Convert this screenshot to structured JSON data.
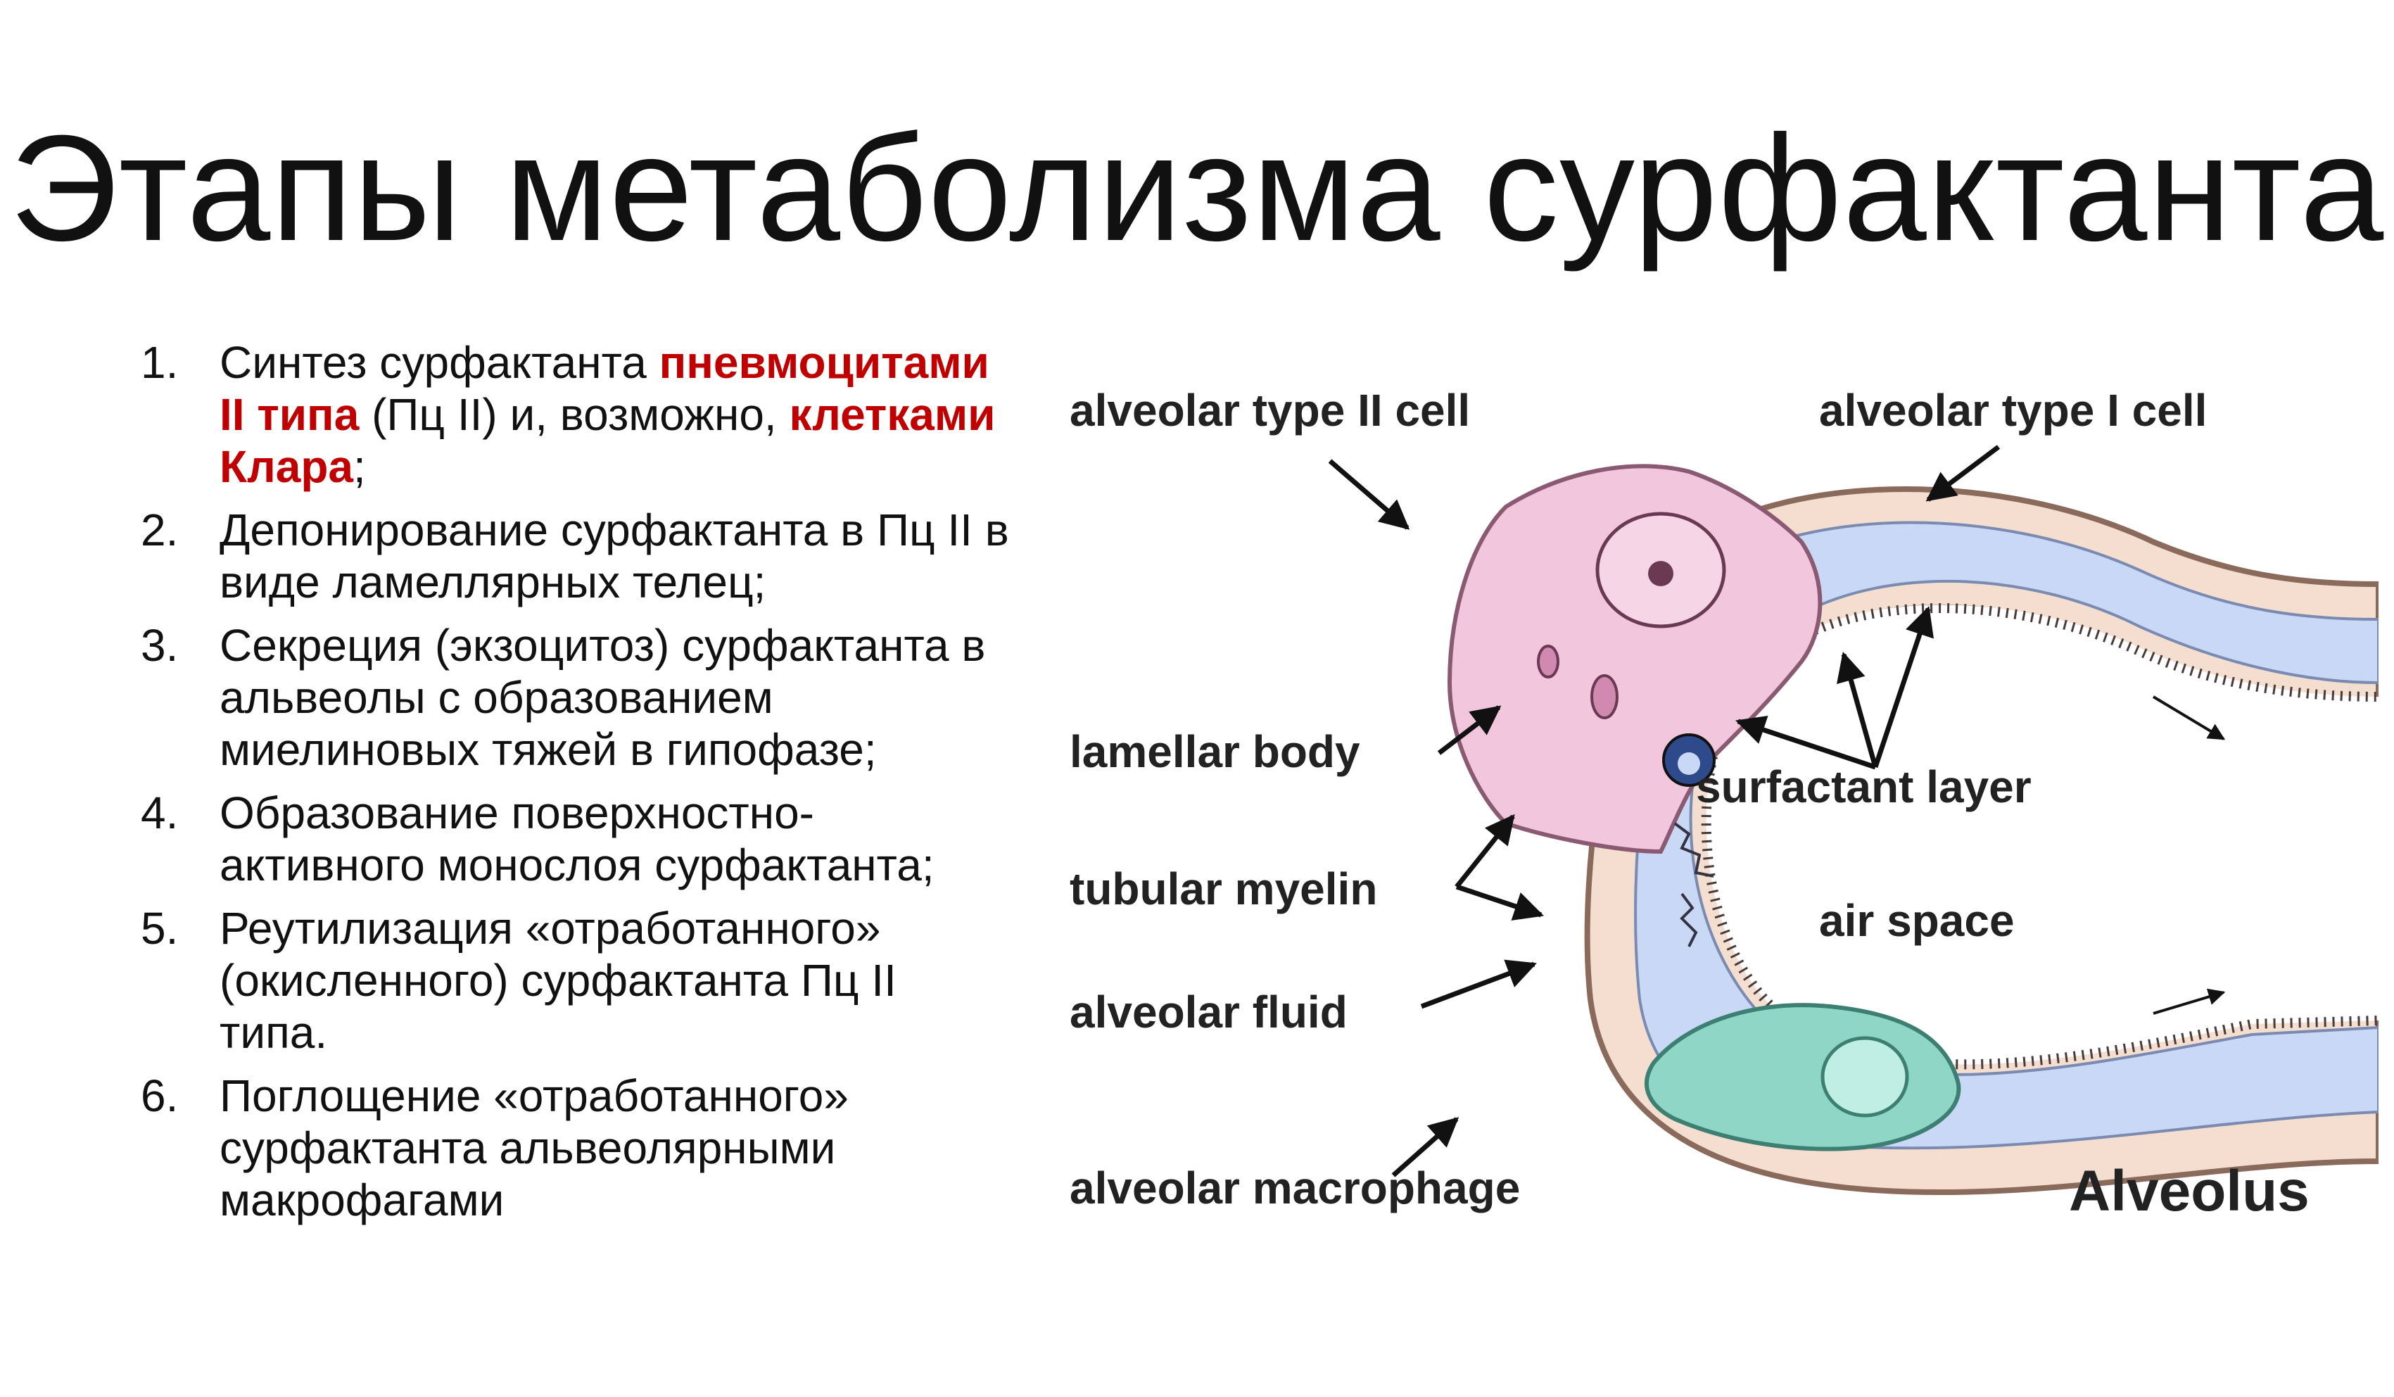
{
  "title": "Этапы метаболизма сурфактанта",
  "steps": [
    {
      "num": "1.",
      "parts": [
        {
          "text": "Синтез сурфактанта ",
          "style": "plain"
        },
        {
          "text": "пневмоцитами II типа",
          "style": "red"
        },
        {
          "text": " (Пц II) и, возможно, ",
          "style": "plain"
        },
        {
          "text": "клетками Клара",
          "style": "red"
        },
        {
          "text": ";",
          "style": "plain"
        }
      ]
    },
    {
      "num": "2.",
      "parts": [
        {
          "text": "Депонирование сурфактанта в Пц II в виде ламеллярных телец;",
          "style": "plain"
        }
      ]
    },
    {
      "num": "3.",
      "parts": [
        {
          "text": "Секреция (экзоцитоз) сурфактанта в альвеолы   с образованием миелиновых тяжей в гипофазе;",
          "style": "plain"
        }
      ]
    },
    {
      "num": "4.",
      "parts": [
        {
          "text": "Образование поверхностно-активного монослоя сурфактанта;",
          "style": "plain"
        }
      ]
    },
    {
      "num": "5.",
      "parts": [
        {
          "text": "Реутилизация «отработанного» (окисленного) сурфактанта Пц II типа.",
          "style": "plain"
        }
      ]
    },
    {
      "num": "6.",
      "parts": [
        {
          "text": "Поглощение «отработанного» сурфактанта альвеолярными макрофагами",
          "style": "plain"
        }
      ]
    }
  ],
  "diagram": {
    "labels": {
      "type2": "alveolar type II cell",
      "type1": "alveolar type I cell",
      "lamellar": "lamellar body",
      "tubular": "tubular myelin",
      "fluid": "alveolar fluid",
      "macrophage": "alveolar macrophage",
      "surfactant": "surfactant layer",
      "air": "air space",
      "caption": "Alveolus"
    },
    "colors": {
      "type2_cell": "#f2c6dc",
      "fluid": "#c9d8f5",
      "macrophage": "#8fd6c6",
      "wall": "#f3ded0",
      "red_text": "#c00000"
    }
  }
}
